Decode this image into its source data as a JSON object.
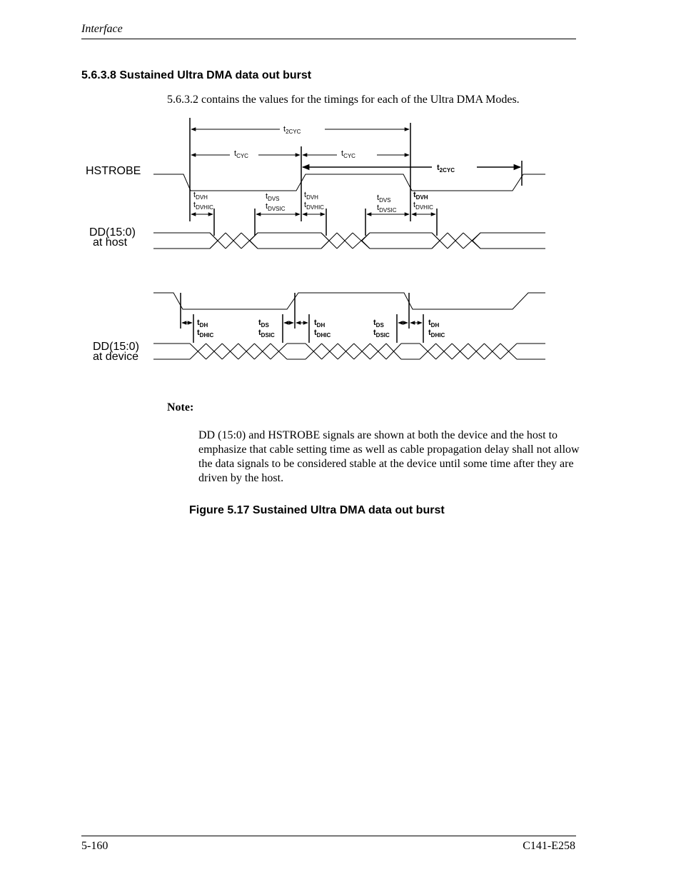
{
  "header": {
    "title": "Interface"
  },
  "section": {
    "title": "5.6.3.8  Sustained Ultra DMA data out burst"
  },
  "intro": "5.6.3.2 contains the values for the timings for each of the Ultra DMA Modes.",
  "diagram": {
    "signals": {
      "hstrobe": "HSTROBE",
      "dd_host_1": "DD(15:0)",
      "dd_host_2": "at host",
      "dd_device_1": "DD(15:0)",
      "dd_device_2": "at device"
    },
    "t_letter": "t",
    "subs": {
      "t2cyc": "2CYC",
      "tcyc": "CYC",
      "dvh": "DVH",
      "dvhic": "DVHIC",
      "dvs": "DVS",
      "dvsic": "DVSIC",
      "dh": "DH",
      "dhic": "DHIC",
      "ds": "DS",
      "dsic": "DSIC"
    }
  },
  "note": {
    "label": "Note:",
    "text": "DD (15:0) and HSTROBE signals are shown at both the device and the host to emphasize that cable setting time as well as cable propagation delay shall not allow the data signals to be considered stable at the device until some time after they are driven by the host."
  },
  "figure": {
    "caption": "Figure 5.17  Sustained Ultra DMA data out burst"
  },
  "footer": {
    "page": "5-160",
    "doc": "C141-E258"
  }
}
